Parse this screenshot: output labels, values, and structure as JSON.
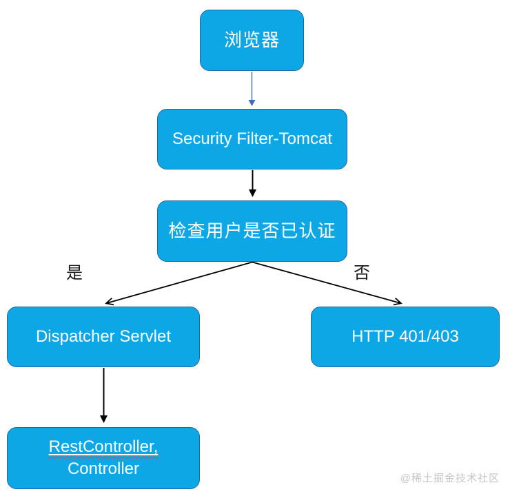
{
  "diagram": {
    "type": "flowchart",
    "nodes": [
      {
        "id": "browser",
        "label": "浏览器"
      },
      {
        "id": "security-filter",
        "label": "Security Filter-Tomcat"
      },
      {
        "id": "check-auth",
        "label": "检查用户是否已认证"
      },
      {
        "id": "dispatcher-servlet",
        "label": "Dispatcher Servlet"
      },
      {
        "id": "http-401-403",
        "label": "HTTP 401/403"
      },
      {
        "id": "rest-controller",
        "line1": "RestController,",
        "line2": "Controller"
      }
    ],
    "edges": [
      {
        "from": "browser",
        "to": "security-filter",
        "label": "",
        "color": "#3E6CAE",
        "head": "solid-triangle"
      },
      {
        "from": "security-filter",
        "to": "check-auth",
        "label": "",
        "color": "#000000",
        "head": "solid-triangle"
      },
      {
        "from": "check-auth",
        "to": "dispatcher-servlet",
        "label": "是",
        "color": "#000000",
        "head": "open-v"
      },
      {
        "from": "check-auth",
        "to": "http-401-403",
        "label": "否",
        "color": "#000000",
        "head": "open-v"
      },
      {
        "from": "dispatcher-servlet",
        "to": "rest-controller",
        "label": "",
        "color": "#000000",
        "head": "solid-triangle"
      }
    ],
    "colors": {
      "node_fill": "#0EA7E5",
      "node_border": "#2465A0",
      "node_text": "#FFFFFF",
      "edge_label_text": "#1A1A1A",
      "arrow_blue": "#3E6CAE",
      "arrow_black": "#000000",
      "watermark_text": "#C6C6C6",
      "misspell_wavy": "#E5453A"
    },
    "watermark": "@稀土掘金技术社区"
  }
}
